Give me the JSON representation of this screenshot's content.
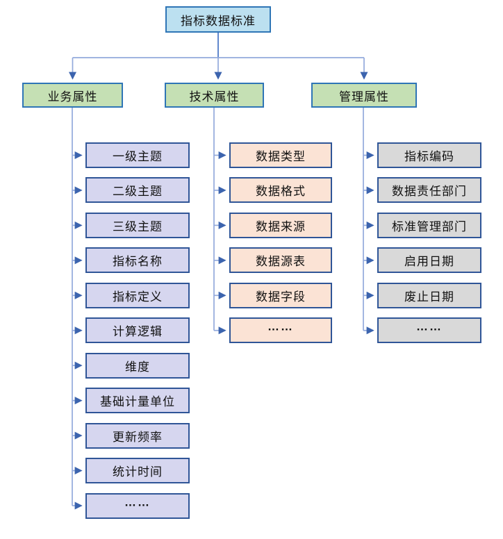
{
  "diagram": {
    "root": {
      "label": "指标数据标准"
    },
    "columns": [
      {
        "key": "business",
        "header": "业务属性",
        "items": [
          "一级主题",
          "二级主题",
          "三级主题",
          "指标名称",
          "指标定义",
          "计算逻辑",
          "维度",
          "基础计量单位",
          "更新频率",
          "统计时间",
          "……"
        ]
      },
      {
        "key": "technical",
        "header": "技术属性",
        "items": [
          "数据类型",
          "数据格式",
          "数据来源",
          "数据源表",
          "数据字段",
          "……"
        ]
      },
      {
        "key": "management",
        "header": "管理属性",
        "items": [
          "指标编码",
          "数据责任部门",
          "标准管理部门",
          "启用日期",
          "废止日期",
          "……"
        ]
      }
    ],
    "colors": {
      "root_fill": "#BCE0F0",
      "header_fill": "#C5E0B4",
      "business_fill": "#D6D6EF",
      "technical_fill": "#FBE3D5",
      "management_fill": "#D9D9D9",
      "node_border": "#2E75B6",
      "item_border": "#2F5597",
      "line": "#93AADC",
      "stem": "#4472C4",
      "arrow": "#3C64AE"
    }
  }
}
